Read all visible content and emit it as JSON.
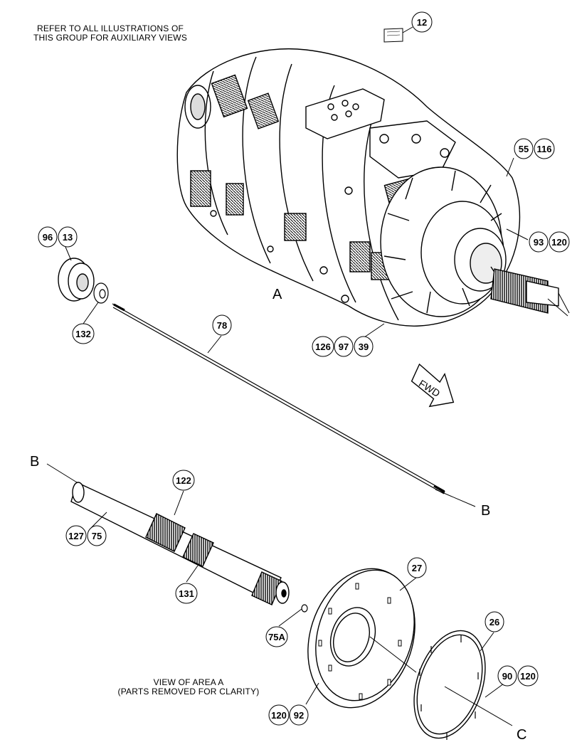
{
  "notes": {
    "refer_line1": "REFER TO ALL ILLUSTRATIONS OF",
    "refer_line2": "THIS GROUP FOR AUXILIARY VIEWS",
    "view_line1": "VIEW OF AREA A",
    "view_line2": "(PARTS REMOVED FOR CLARITY)"
  },
  "area_labels": {
    "a": "A",
    "b_left": "B",
    "b_right": "B",
    "c": "C",
    "fwd": "FWD"
  },
  "callouts": {
    "c12": "12",
    "c55": "55",
    "c116": "116",
    "c93": "93",
    "c120a": "120",
    "c96": "96",
    "c13": "13",
    "c132": "132",
    "c78": "78",
    "c126": "126",
    "c97": "97",
    "c39": "39",
    "c122": "122",
    "c127": "127",
    "c75": "75",
    "c131": "131",
    "c75a": "75A",
    "c27": "27",
    "c26": "26",
    "c90": "90",
    "c120b": "120",
    "c120c": "120",
    "c92": "92"
  }
}
